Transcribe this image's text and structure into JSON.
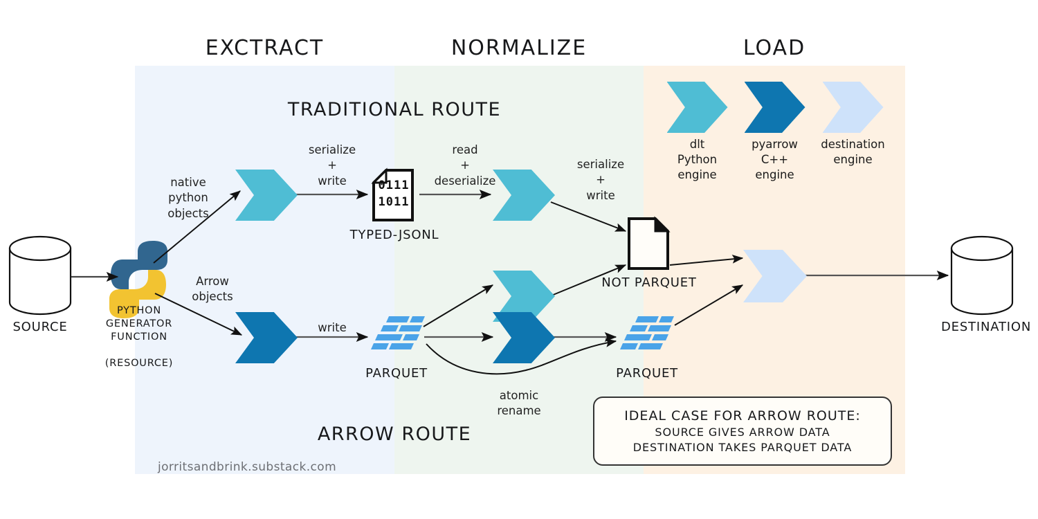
{
  "phases": [
    {
      "label": "EXCTRACT",
      "color": "#eef4fc"
    },
    {
      "label": "NORMALIZE",
      "color": "#eef5ef"
    },
    {
      "label": "LOAD",
      "color": "#fdf1e3"
    }
  ],
  "routes": {
    "traditional": "TRADITIONAL ROUTE",
    "arrow": "ARROW ROUTE"
  },
  "legend": [
    {
      "name": "dlt",
      "line2": "Python",
      "line3": "engine",
      "color": "#4fbdd4"
    },
    {
      "name": "pyarrow",
      "line2": "C++",
      "line3": "engine",
      "color": "#0e76b0"
    },
    {
      "name": "destination",
      "line2": "engine",
      "line3": "",
      "color": "#cee2fa"
    }
  ],
  "nodes": {
    "source": "SOURCE",
    "destination": "DESTINATION",
    "python_fn_l1": "PYTHON",
    "python_fn_l2": "GENERATOR",
    "python_fn_l3": "FUNCTION",
    "python_fn_l4": "(RESOURCE)",
    "typed_jsonl": "TYPED-JSONL",
    "not_parquet": "NOT PARQUET",
    "parquet_1": "PARQUET",
    "parquet_2": "PARQUET",
    "jsonl_bits_1": "0111",
    "jsonl_bits_2": "1011"
  },
  "edge_labels": {
    "native_python_objects": "native\npython\nobjects",
    "arrow_objects": "Arrow\nobjects",
    "serialize_write_1": "serialize\n+\nwrite",
    "read_deserialize": "read\n+\ndeserialize",
    "serialize_write_2": "serialize\n+\nwrite",
    "write": "write",
    "atomic_rename": "atomic\nrename"
  },
  "callout": {
    "line1": "IDEAL CASE FOR ARROW ROUTE:",
    "line2": "SOURCE GIVES ARROW DATA",
    "line3": "DESTINATION TAKES PARQUET DATA"
  },
  "watermark": "jorritsandbrink.substack.com",
  "colors": {
    "teal": "#4fbdd4",
    "dark_blue": "#0e76b0",
    "light_blue": "#cee2fa",
    "parquet_blue": "#4aa3e8",
    "stroke": "#333333"
  }
}
